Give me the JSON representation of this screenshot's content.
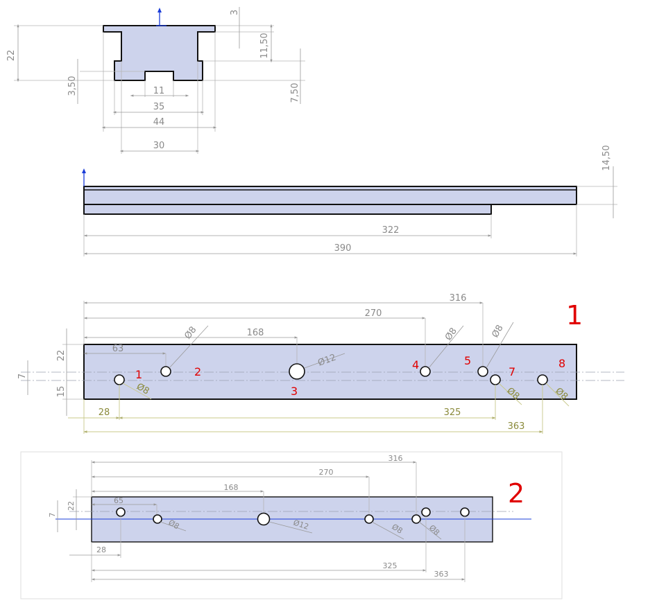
{
  "profile_view": {
    "dims": {
      "d3": "3",
      "d11_50": "11,50",
      "d22": "22",
      "d7_50": "7,50",
      "d3_50": "3,50",
      "d11": "11",
      "d35": "35",
      "d44": "44",
      "d30": "30"
    }
  },
  "side_view": {
    "dims": {
      "d14_50": "14,50",
      "d322": "322",
      "d390": "390"
    }
  },
  "variant1": {
    "label": "1",
    "dims": {
      "d316": "316",
      "d270": "270",
      "d168": "168",
      "d63": "63",
      "d22": "22",
      "d7": "7",
      "d15": "15",
      "d28": "28",
      "d325": "325",
      "d363": "363"
    },
    "hole_diams": {
      "h8": "Ø8",
      "h12": "Ø12"
    },
    "hole_labels": [
      "1",
      "2",
      "3",
      "4",
      "5",
      "7",
      "8"
    ]
  },
  "variant2": {
    "label": "2",
    "dims": {
      "d316": "316",
      "d270": "270",
      "d168": "168",
      "d65": "65",
      "d22": "22",
      "d7": "7",
      "d28": "28",
      "d325": "325",
      "d363": "363"
    },
    "hole_diams": {
      "h8": "Ø8",
      "h12": "Ø12"
    }
  },
  "colors": {
    "part_fill": "#cdd3ec",
    "label_red": "#e00000",
    "axis_blue": "#1a3cd8"
  }
}
